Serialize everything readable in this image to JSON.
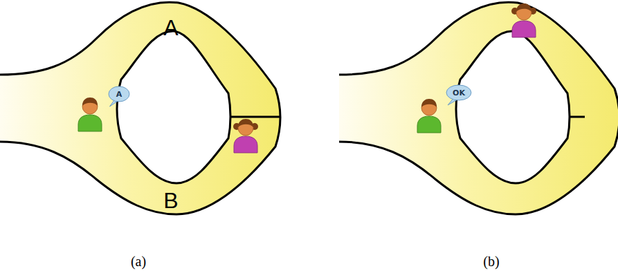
{
  "diagram": {
    "nodes": [
      {
        "text": [
          "A"
        ]
      },
      {
        "text": [
          "OK"
        ]
      }
    ],
    "labels": [
      "A",
      "B",
      "(a)",
      "(b)"
    ]
  }
}
